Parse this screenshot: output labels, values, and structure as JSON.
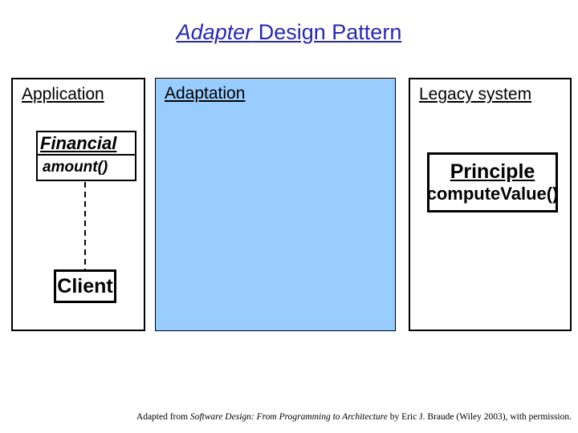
{
  "slide": {
    "title": {
      "italic_part": "Adapter",
      "regular_part": " Design Pattern"
    },
    "panels": [
      {
        "heading": "Application"
      },
      {
        "heading": "Adaptation"
      },
      {
        "heading": "Legacy system"
      }
    ],
    "classes": {
      "financial": {
        "name": "Financial",
        "method": "amount()"
      },
      "client": {
        "name": "Client"
      },
      "principle": {
        "name": "Principle",
        "method": "computeValue()"
      }
    },
    "attribution": {
      "prefix": "Adapted from ",
      "book_title": "Software Design: From Programming to Architecture",
      "suffix": " by Eric J. Braude (Wiley 2003), with permission."
    },
    "colors": {
      "title_text": "#2828B4",
      "adaptation_fill": "#99CCFF",
      "panel_border": "#000000",
      "body_text": "#000000"
    }
  }
}
